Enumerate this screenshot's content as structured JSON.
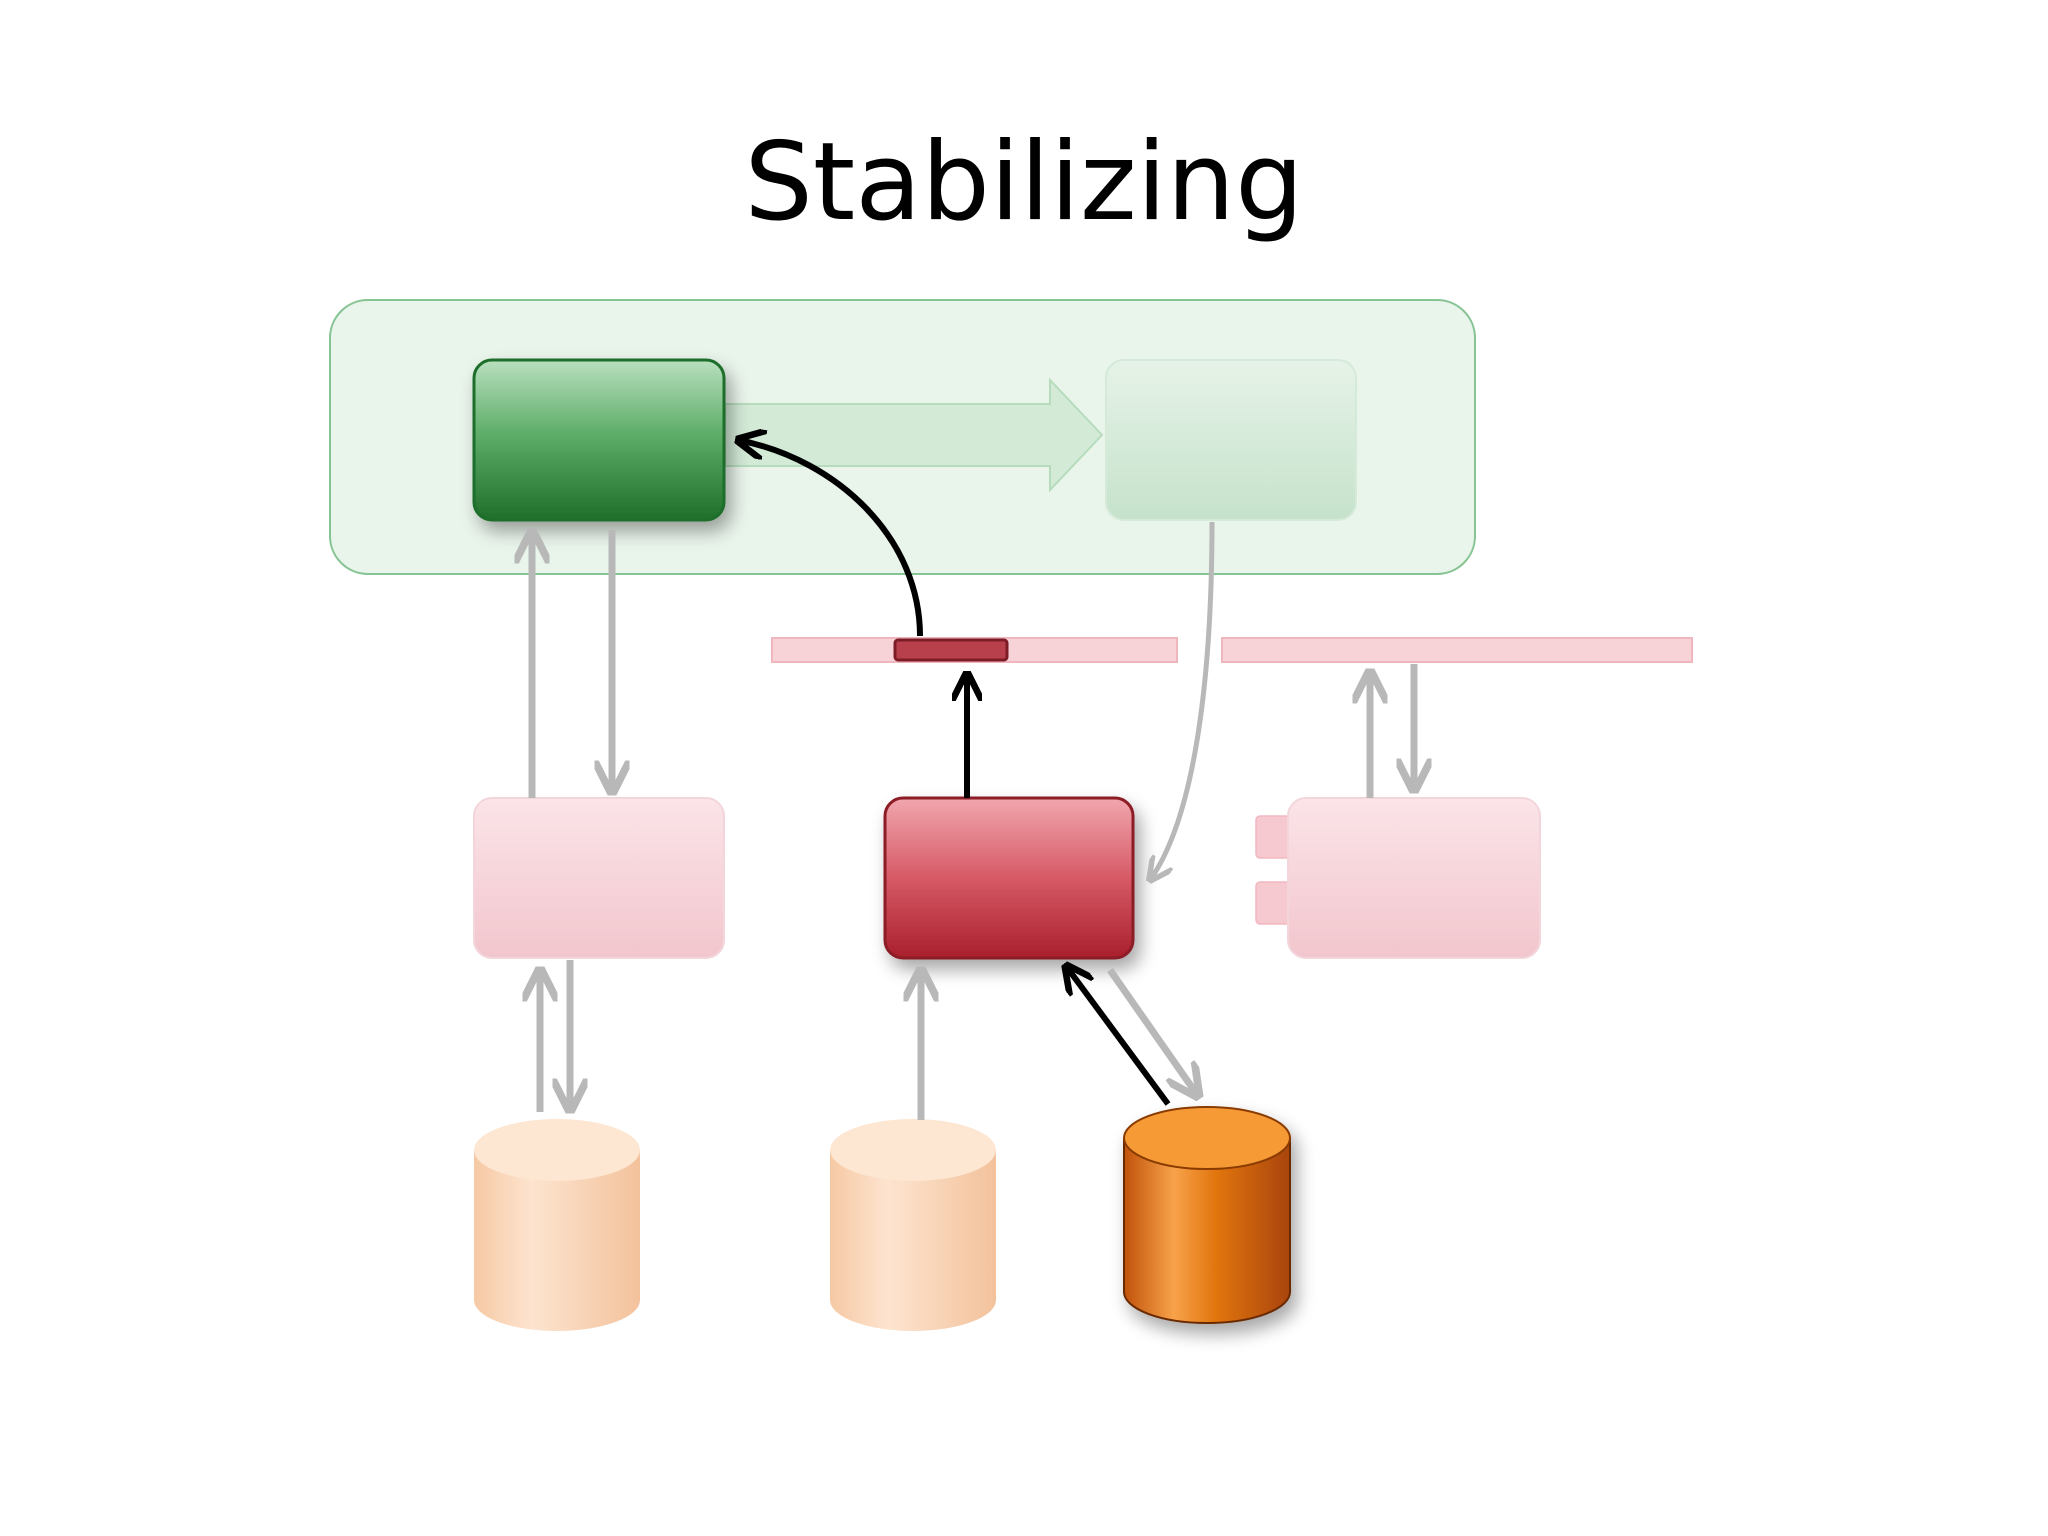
{
  "title": "Stabilizing",
  "colors": {
    "group_fill": "#e8f3ea",
    "group_stroke": "#7fbf8c",
    "leader_green": "#2f8a3c",
    "faded_green": "#cfe7d3",
    "active_red": "#c43a46",
    "faded_pink": "#f6d0d6",
    "log_bar": "#f2b8bf",
    "log_entry": "#a8303d",
    "active_disk": "#f08a1c",
    "faded_disk": "#fbd9b9",
    "active_arrow": "#000000",
    "faded_arrow": "#b8b8b8"
  },
  "nodes": [
    {
      "id": "leader",
      "kind": "box",
      "state": "active",
      "color": "green"
    },
    {
      "id": "follower",
      "kind": "box",
      "state": "faded",
      "color": "green"
    },
    {
      "id": "replica-left",
      "kind": "box",
      "state": "faded",
      "color": "pink"
    },
    {
      "id": "replica-middle",
      "kind": "box",
      "state": "active",
      "color": "red"
    },
    {
      "id": "replica-right",
      "kind": "box",
      "state": "faded",
      "color": "pink",
      "ports": 2
    },
    {
      "id": "log-bar",
      "kind": "bar",
      "state": "faded"
    },
    {
      "id": "log-entry",
      "kind": "bar-segment",
      "state": "active"
    },
    {
      "id": "disk-left",
      "kind": "cylinder",
      "state": "faded"
    },
    {
      "id": "disk-middle",
      "kind": "cylinder",
      "state": "faded"
    },
    {
      "id": "disk-right",
      "kind": "cylinder",
      "state": "active"
    }
  ],
  "edges": [
    {
      "from": "leader",
      "to": "follower",
      "style": "block-arrow",
      "state": "faded"
    },
    {
      "from": "log-entry",
      "to": "leader",
      "style": "curved",
      "state": "active"
    },
    {
      "from": "replica-middle",
      "to": "log-entry",
      "style": "straight",
      "state": "active"
    },
    {
      "from": "disk-right",
      "to": "replica-middle",
      "style": "straight",
      "state": "active"
    },
    {
      "from": "follower",
      "to": "replica-middle",
      "style": "curved",
      "state": "faded"
    },
    {
      "from": "replica-left",
      "to": "leader",
      "style": "straight",
      "state": "faded"
    },
    {
      "from": "leader",
      "to": "replica-left",
      "style": "straight",
      "state": "faded"
    },
    {
      "from": "replica-right",
      "to": "log-bar",
      "style": "straight",
      "state": "faded"
    },
    {
      "from": "log-bar",
      "to": "replica-right",
      "style": "straight",
      "state": "faded"
    },
    {
      "from": "disk-left",
      "to": "replica-left",
      "style": "straight",
      "state": "faded"
    },
    {
      "from": "replica-left",
      "to": "disk-left",
      "style": "straight",
      "state": "faded"
    },
    {
      "from": "disk-middle",
      "to": "replica-middle",
      "style": "straight",
      "state": "faded"
    },
    {
      "from": "replica-middle",
      "to": "disk-right",
      "style": "straight",
      "state": "faded"
    }
  ]
}
